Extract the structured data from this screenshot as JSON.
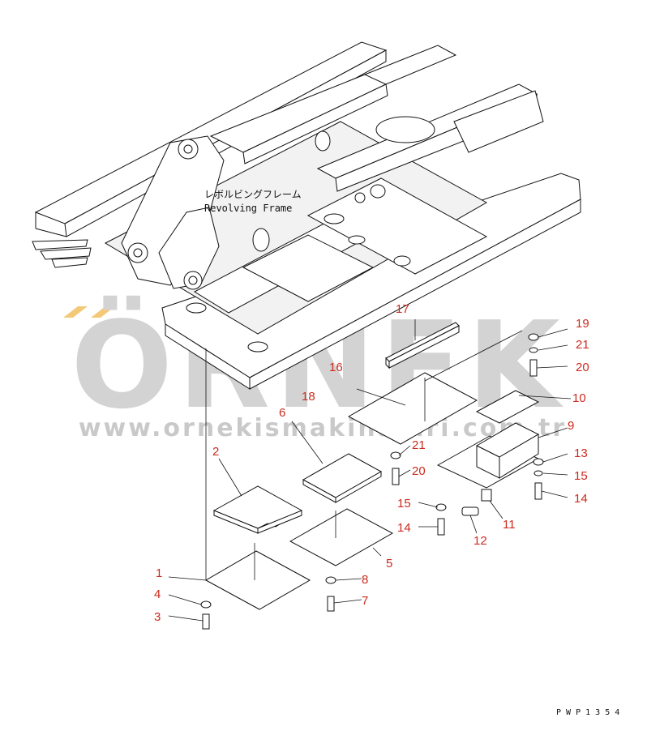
{
  "frame_label": {
    "jp": "レボルビングフレーム",
    "en": "Revolving Frame"
  },
  "watermark": {
    "brand": "ÖRNEK",
    "url": "www.ornekismakinalari.com.tr",
    "color": "#c9c9c9",
    "accent": "#f2c46a"
  },
  "callouts": {
    "c1": "1",
    "c2": "2",
    "c3": "3",
    "c4": "4",
    "c5": "5",
    "c6": "6",
    "c7": "7",
    "c8": "8",
    "c9": "9",
    "c10": "10",
    "c11": "11",
    "c12": "12",
    "c13": "13",
    "c14a": "14",
    "c14b": "14",
    "c15a": "15",
    "c15b": "15",
    "c16": "16",
    "c17": "17",
    "c18": "18",
    "c19": "19",
    "c20a": "20",
    "c20b": "20",
    "c21a": "21",
    "c21b": "21"
  },
  "drawing_code": "P W P 1 3 5 4",
  "colors": {
    "callout": "#cc2a1f",
    "line": "#111111"
  }
}
